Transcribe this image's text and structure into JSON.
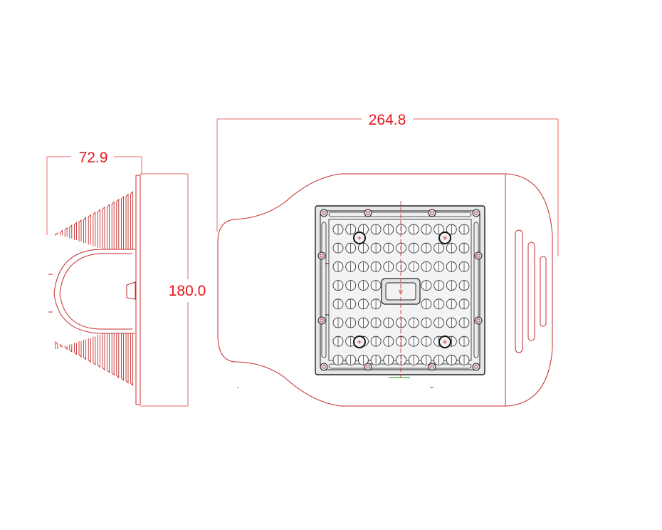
{
  "dimensions": {
    "side_width": "72.9",
    "height": "180.0",
    "length": "264.8"
  },
  "colors": {
    "dimension_text": "#e8141c",
    "dimension_line": "#e86a6a",
    "outline_red": "#c62a2a",
    "outline_dark": "#222222",
    "ground_mark": "#3cb043"
  },
  "led_grid": {
    "columns": 11,
    "rows": 8
  }
}
